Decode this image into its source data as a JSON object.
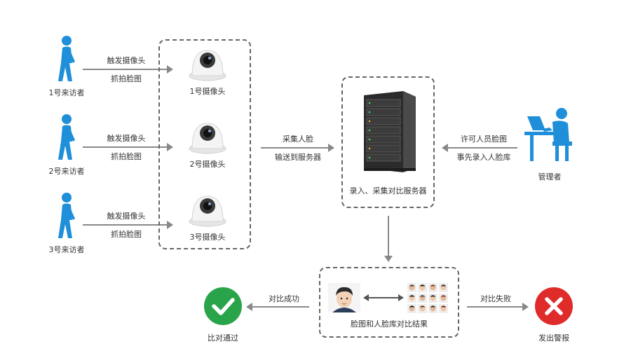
{
  "visitors": [
    {
      "label": "1号来访者",
      "action1": "触发摄像头",
      "action2": "抓拍脸图"
    },
    {
      "label": "2号来访者",
      "action1": "触发摄像头",
      "action2": "抓拍脸图"
    },
    {
      "label": "3号来访者",
      "action1": "触发摄像头",
      "action2": "抓拍脸图"
    }
  ],
  "cameras": [
    "1号摄像头",
    "2号摄像头",
    "3号摄像头"
  ],
  "to_server": {
    "line1": "采集人脸",
    "line2": "输送到服务器"
  },
  "server": {
    "label": "录入、采集对比服务器"
  },
  "admin": {
    "label": "管理者",
    "line1": "许可人员脸图",
    "line2": "事先录入人脸库"
  },
  "compare": {
    "label": "脸图和人脸库对比结果"
  },
  "success": {
    "edge": "对比成功",
    "label": "比对通过"
  },
  "failure": {
    "edge": "对比失败",
    "label": "发出警报"
  },
  "colors": {
    "person_blue": "#1e8fd8",
    "success_green": "#2aa44a",
    "failure_red": "#e02b2b",
    "dash_border": "#666666",
    "arrow": "#888888"
  }
}
